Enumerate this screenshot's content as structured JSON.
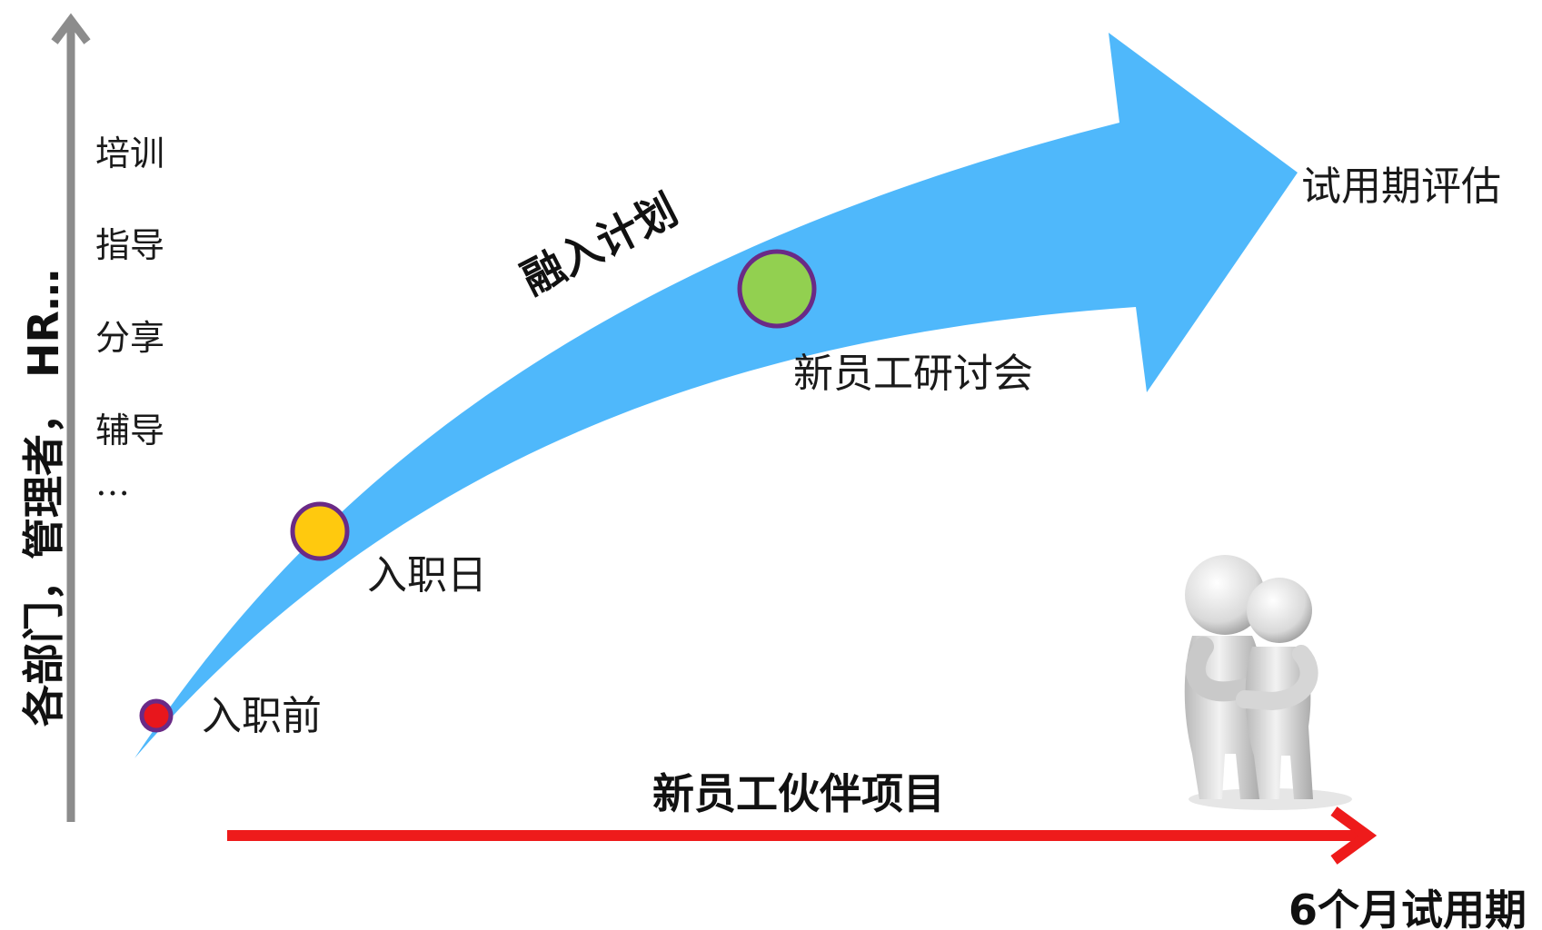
{
  "y_axis": {
    "label": "各部门，管理者， HR…"
  },
  "activities": [
    {
      "label": "培训"
    },
    {
      "label": "指导"
    },
    {
      "label": "分享"
    },
    {
      "label": "辅导"
    },
    {
      "label": "…"
    }
  ],
  "arrow": {
    "label": "融入计划",
    "color": "#4fb8fb"
  },
  "milestones": [
    {
      "label": "入职前",
      "color": "#e8161c"
    },
    {
      "label": "入职日",
      "color": "#ffc90e"
    },
    {
      "label": "新员工研讨会",
      "color": "#92d050"
    }
  ],
  "goal": {
    "label": "试用期评估"
  },
  "partner_program": {
    "label": "新员工伙伴项目"
  },
  "timeline": {
    "label": "6个月试用期",
    "color": "#ee1b1b"
  },
  "figure": {
    "icon": "hugging-figures-icon"
  }
}
